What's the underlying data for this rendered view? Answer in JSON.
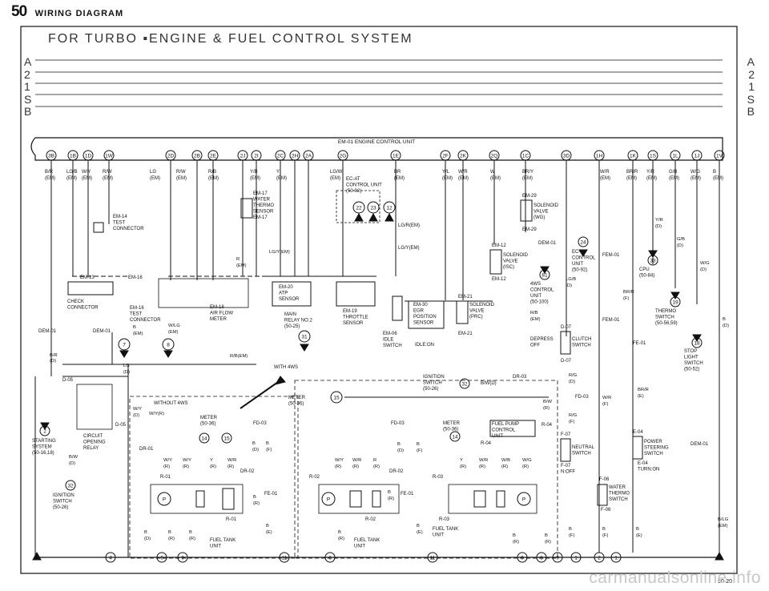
{
  "header": {
    "page_number": "50",
    "title": "WIRING DIAGRAM"
  },
  "banner": "FOR TURBO  ▪ENGINE & FUEL CONTROL SYSTEM",
  "rails": [
    "A",
    "2",
    "1",
    "S",
    "B"
  ],
  "unit_label": "EM-01 ENGINE CONTROL UNIT",
  "pins": [
    "3B",
    "1B",
    "1D",
    "1W",
    "2D",
    "2B",
    "2E",
    "2J",
    "2I",
    "2C",
    "2H",
    "2A",
    "2G",
    "1E",
    "2F",
    "2K",
    "2Q",
    "1C",
    "3D",
    "1H",
    "1K",
    "1S",
    "1L",
    "1J",
    "1V"
  ],
  "wires": [
    {
      "c": "B/R",
      "s": "(EM)"
    },
    {
      "c": "LG/B",
      "s": "(EM)"
    },
    {
      "c": "W/Y",
      "s": "(EM)"
    },
    {
      "c": "R/W",
      "s": "(EM)"
    },
    {
      "c": "LG",
      "s": "(EM)"
    },
    {
      "c": "R/W",
      "s": "(EM)"
    },
    {
      "c": "R/B",
      "s": "(EM)"
    },
    {
      "c": "Y/B",
      "s": "(EM)"
    },
    {
      "c": "Y",
      "s": "(EM)"
    },
    {
      "c": "LG/W",
      "s": "(EM)"
    },
    {
      "c": "BR",
      "s": "(EM)"
    },
    {
      "c": "Y/L",
      "s": "(EM)"
    },
    {
      "c": "W/R",
      "s": "(EM)"
    },
    {
      "c": "W",
      "s": "(EM)"
    },
    {
      "c": "BR/Y",
      "s": "(EM)"
    },
    {
      "c": "W/R",
      "s": "(EM)"
    },
    {
      "c": "BR/R",
      "s": "(EM)"
    },
    {
      "c": "Y/R",
      "s": "(EM)"
    },
    {
      "c": "G/B",
      "s": "(EM)"
    },
    {
      "c": "W/G",
      "s": "(EM)"
    },
    {
      "c": "B",
      "s": "(EM)"
    }
  ],
  "components": {
    "test_connector": [
      "EM-14",
      "TEST",
      "CONNECTOR"
    ],
    "water_thermo": [
      "EM-17",
      "WATER",
      "THERMO",
      "SENSOR",
      "EM-17"
    ],
    "ec_at": [
      "EC-AT",
      "CONTROL UNIT",
      "(50-92)"
    ],
    "check_connector": [
      "EM-13",
      "CHECK",
      "CONNECTOR"
    ],
    "em16": [
      "EM-16",
      "EM-16",
      "TEST",
      "CONNECTOR"
    ],
    "air_flow": [
      "EM-18",
      "AIR FLOW",
      "METER"
    ],
    "atp": [
      "EM-20",
      "ATP",
      "SENSOR"
    ],
    "throttle": [
      "EM-19",
      "THROTTLE",
      "SENSOR"
    ],
    "main_relay": [
      "MAIN",
      "RELAY NO.2",
      "(50-25)"
    ],
    "egr": [
      "EM-30",
      "EGR",
      "POSITION",
      "SENSOR"
    ],
    "idle": [
      "EM-06",
      "IDLE",
      "SWITCH",
      "IDLE:ON"
    ],
    "sol_prc": [
      "EM-21",
      "SOLENOID",
      "VALVE",
      "(PRC)",
      "EM-21"
    ],
    "sol_isc": [
      "EM-12",
      "SOLENOID",
      "VALVE",
      "(ISC)",
      "EM-12"
    ],
    "sol_wg": [
      "EM-29",
      "SOLENOID",
      "VALVE",
      "(WG)",
      "EM-29"
    ],
    "dem01": "DEM-01",
    "fem01": "FEM-01",
    "ec_at2": [
      "EC-AT",
      "CONTROL",
      "UNIT",
      "(50-92)"
    ],
    "fws": [
      "4WS",
      "CONTROL",
      "UNIT",
      "(50-100)"
    ],
    "cpu": [
      "CPU",
      "(50-84)"
    ],
    "thermo_sw": [
      "THERMO",
      "SWITCH",
      "(50-56,59)"
    ],
    "clutch": [
      "D-07",
      "CLUTCH",
      "SWITCH",
      "D-07"
    ],
    "depress": [
      "DEPRESS",
      "OFF"
    ],
    "stop_light": [
      "STOP",
      "LIGHT",
      "SWITCH",
      "(50-52)"
    ],
    "fe01": "FE-01",
    "starting": [
      "STARTING",
      "SYSTEM",
      "(50-16,18)"
    ],
    "ignition": [
      "IGNITION",
      "SWITCH",
      "(50-26)"
    ],
    "circuit_relay": [
      "D-05",
      "CIRCUIT",
      "OPENING",
      "RELAY",
      "D-05"
    ],
    "with_4ws": "WITH 4WS",
    "without_4ws": "WITHOUT 4WS",
    "ign_sw2": [
      "IGNITION",
      "SWITCH",
      "(50-26)"
    ],
    "meter1": [
      "METER",
      "(50-36)"
    ],
    "meter2": [
      "METER",
      "(50-36)"
    ],
    "meter3": [
      "METER",
      "(50-36)"
    ],
    "fuel_pump": [
      "FUEL PUMP",
      "CONTROL",
      "UNIT"
    ],
    "fuel_tank": [
      "FUEL TANK",
      "UNIT"
    ],
    "neutral": [
      "F-07",
      "NEUTRAL",
      "SWITCH",
      "F-07",
      "N:OFF"
    ],
    "water_sw": [
      "F-06",
      "WATER",
      "THERMO",
      "SWITCH",
      "F-06"
    ],
    "power_st": [
      "E-04",
      "POWER",
      "STEERING",
      "SWITCH",
      "E-04",
      "TURN:ON"
    ],
    "fd03": "FD-03",
    "dr02": "DR-02",
    "dr01": "DR-01",
    "r01": "R-01",
    "r02": "R-02",
    "r03": "R-03",
    "r04": "R-04",
    "dr03": "DR-03"
  },
  "bottom_nodes": [
    "4",
    "6",
    "9",
    "11",
    "6",
    "11",
    "9",
    "6",
    "9",
    "1",
    "2",
    "1"
  ],
  "page_ref": "50-20",
  "watermark": "carmanualsonline.info"
}
